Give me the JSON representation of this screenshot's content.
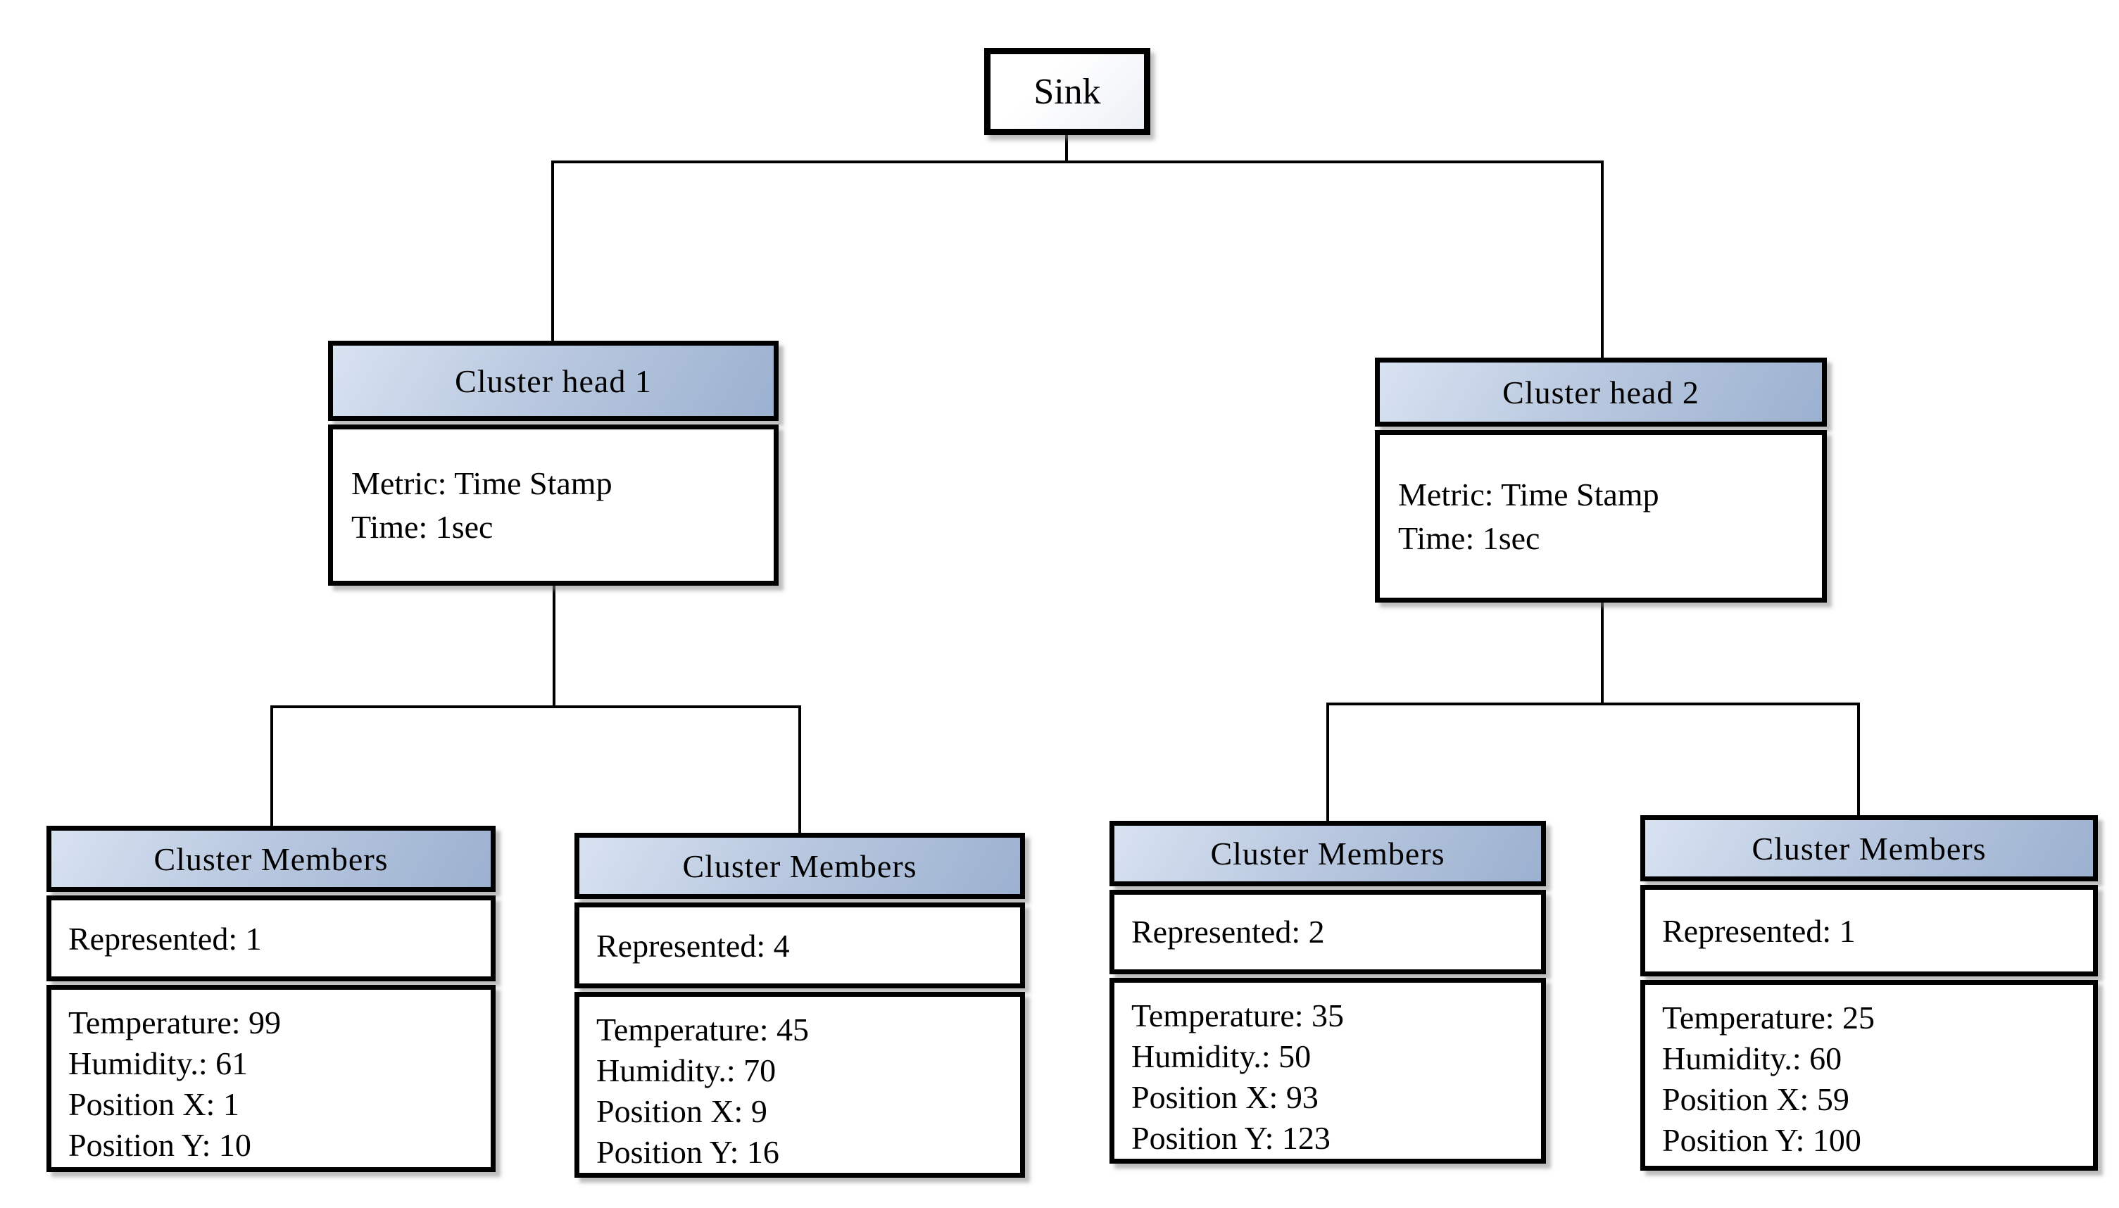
{
  "diagram": {
    "type": "tree",
    "background": "#ffffff",
    "colors": {
      "box_border": "#000000",
      "connector": "#000000",
      "header_gradient_start": "#d8e2f1",
      "header_gradient_mid": "#bac9e0",
      "header_gradient_end": "#9cb1d0",
      "body_fill": "#ffffff",
      "shadow": "#7d7d7d"
    }
  },
  "nodes": {
    "sink": {
      "label": "Sink"
    },
    "cluster_heads": [
      {
        "title": "Cluster head 1",
        "lines": [
          "Metric: Time Stamp",
          "Time: 1sec"
        ]
      },
      {
        "title": "Cluster head 2",
        "lines": [
          "Metric: Time Stamp",
          "Time: 1sec"
        ]
      }
    ],
    "cluster_members": [
      {
        "title": "Cluster Members",
        "represented": "Represented: 1",
        "attributes": [
          "Temperature: 99",
          "Humidity.: 61",
          "Position X: 1",
          "Position Y: 10"
        ]
      },
      {
        "title": "Cluster Members",
        "represented": "Represented: 4",
        "attributes": [
          "Temperature: 45",
          "Humidity.: 70",
          "Position X: 9",
          "Position Y: 16"
        ]
      },
      {
        "title": "Cluster Members",
        "represented": "Represented: 2",
        "attributes": [
          "Temperature: 35",
          "Humidity.: 50",
          "Position X: 93",
          "Position Y: 123"
        ]
      },
      {
        "title": "Cluster Members",
        "represented": "Represented: 1",
        "attributes": [
          "Temperature: 25",
          "Humidity.: 60",
          "Position X: 59",
          "Position Y: 100"
        ]
      }
    ]
  }
}
